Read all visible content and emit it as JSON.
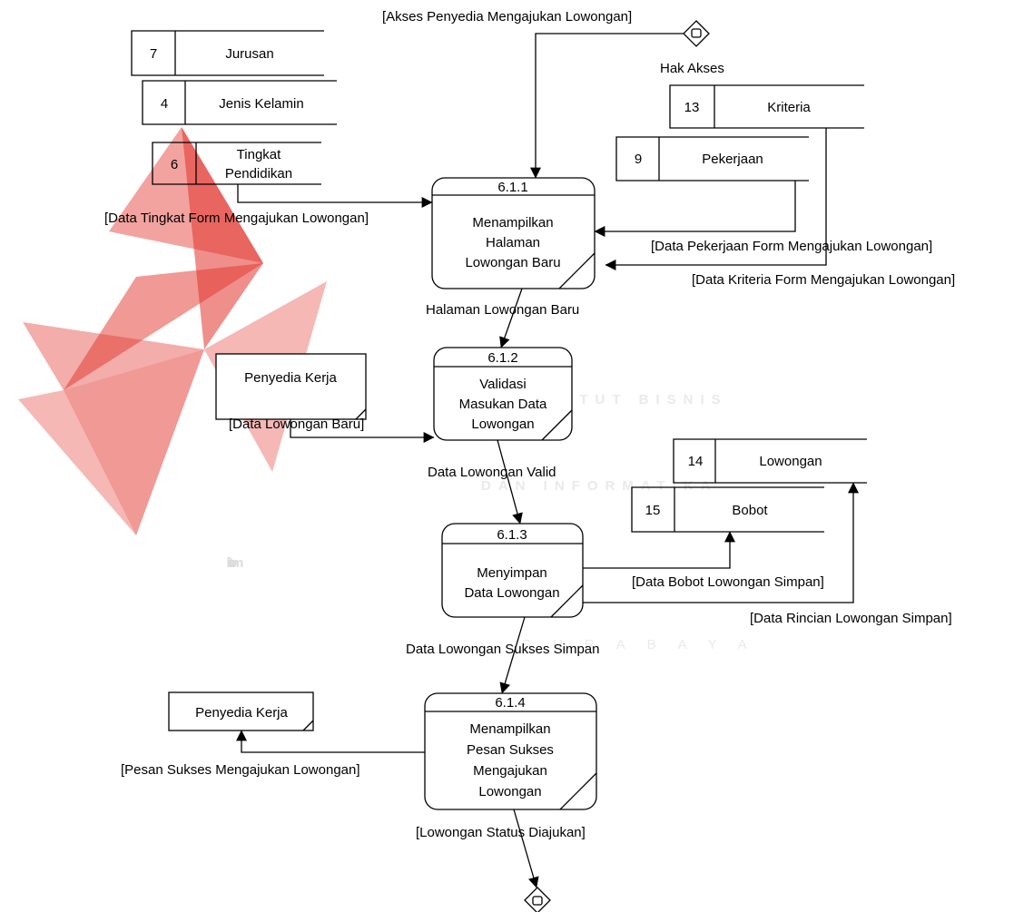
{
  "watermark": {
    "logo": "stikom",
    "line1": "INSTITUT BISNIS",
    "line2": "DAN INFORMATIKA",
    "line3": "SURABAYA",
    "colors": {
      "red": "#e2332b",
      "gray": "#dcdcdc"
    }
  },
  "label_hak_akses": "Hak Akses",
  "stores": [
    {
      "id": "store-jurusan",
      "num": "7",
      "name": "Jurusan"
    },
    {
      "id": "store-jenis-kelamin",
      "num": "4",
      "name": "Jenis Kelamin"
    },
    {
      "id": "store-tingkat-pendidikan",
      "num": "6",
      "name_lines": [
        "Tingkat",
        "Pendidikan"
      ]
    },
    {
      "id": "store-kriteria",
      "num": "13",
      "name": "Kriteria"
    },
    {
      "id": "store-pekerjaan",
      "num": "9",
      "name": "Pekerjaan"
    },
    {
      "id": "store-lowongan",
      "num": "14",
      "name": "Lowongan"
    },
    {
      "id": "store-bobot",
      "num": "15",
      "name": "Bobot"
    }
  ],
  "processes": [
    {
      "id": "process-6-1-1",
      "num": "6.1.1",
      "lines": [
        "Menampilkan",
        "Halaman",
        "Lowongan Baru"
      ]
    },
    {
      "id": "process-6-1-2",
      "num": "6.1.2",
      "lines": [
        "Validasi",
        "Masukan Data",
        "Lowongan"
      ]
    },
    {
      "id": "process-6-1-3",
      "num": "6.1.3",
      "lines": [
        "Menyimpan",
        "Data Lowongan"
      ]
    },
    {
      "id": "process-6-1-4",
      "num": "6.1.4",
      "lines": [
        "Menampilkan",
        "Pesan Sukses",
        "Mengajukan",
        "Lowongan"
      ]
    }
  ],
  "entities": [
    {
      "id": "entity-penyedia-kerja-1",
      "name": "Penyedia Kerja"
    },
    {
      "id": "entity-penyedia-kerja-2",
      "name": "Penyedia Kerja"
    }
  ],
  "flows": {
    "akses": "[Akses Penyedia Mengajukan Lowongan]",
    "data_tingkat": "[Data Tingkat Form Mengajukan Lowongan]",
    "data_pekerjaan": "[Data Pekerjaan Form Mengajukan Lowongan]",
    "data_kriteria": "[Data Kriteria Form Mengajukan Lowongan]",
    "halaman_baru": "Halaman Lowongan Baru",
    "data_baru": "[Data Lowongan Baru]",
    "data_valid": "Data Lowongan Valid",
    "bobot_simpan": "[Data Bobot Lowongan Simpan]",
    "rincian_simpan": "[Data Rincian Lowongan Simpan]",
    "sukses_simpan": "Data Lowongan Sukses Simpan",
    "pesan_sukses": "[Pesan Sukses Mengajukan Lowongan]",
    "status_diajukan": "[Lowongan Status Diajukan]"
  }
}
